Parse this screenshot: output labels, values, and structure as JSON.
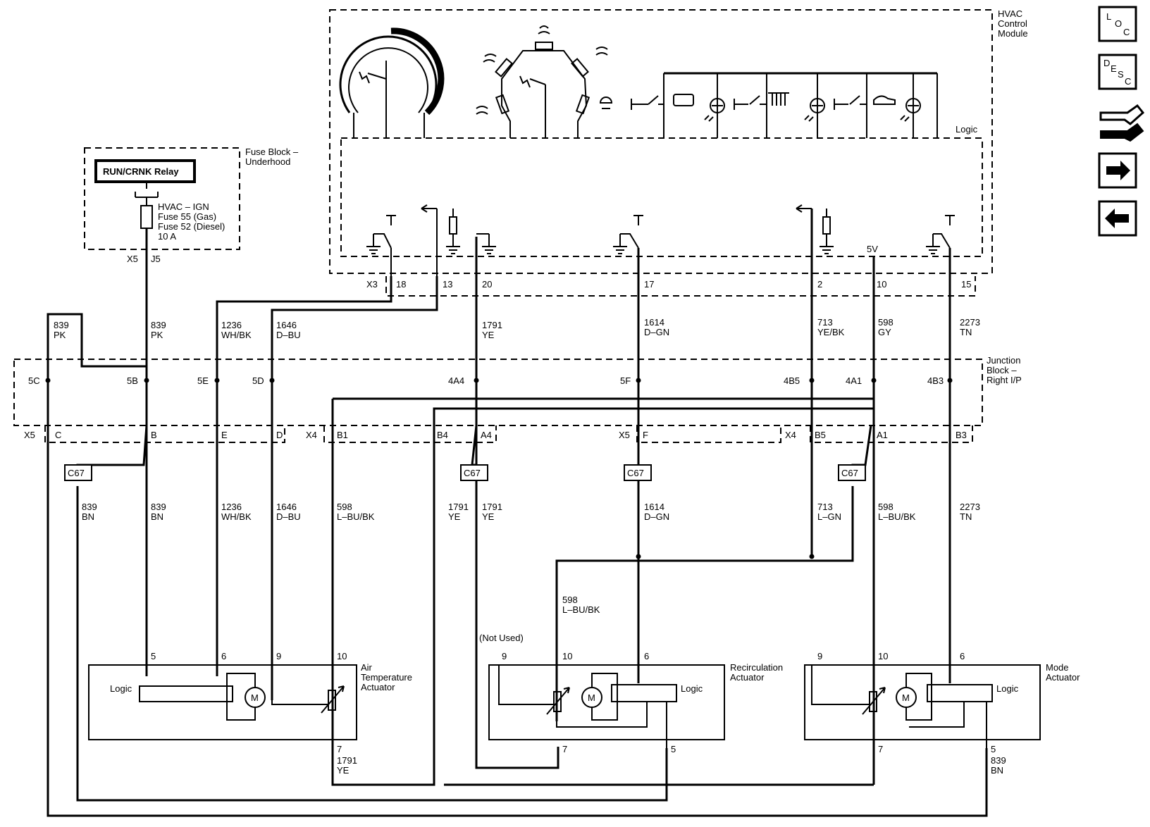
{
  "modules": {
    "hvac": "HVAC Control Module",
    "hvac_lines": [
      "HVAC",
      "Control",
      "Module"
    ],
    "logic": "Logic",
    "five_v": "5V",
    "fuse_block": [
      "Fuse Block –",
      "Underhood"
    ],
    "relay": "RUN/CRNK Relay",
    "fuse_text": [
      "HVAC – IGN",
      "Fuse 55 (Gas)",
      "Fuse 52 (Diesel)",
      "10 A"
    ],
    "junction_block": [
      "Junction",
      "Block –",
      "Right I/P"
    ]
  },
  "connectors": {
    "x5": "X5",
    "j5": "J5",
    "x3": "X3",
    "x4": "X4",
    "c67": "C67",
    "hvac_pins": [
      "18",
      "13",
      "20",
      "17",
      "2",
      "10",
      "15"
    ],
    "jb_top": [
      "5C",
      "5B",
      "5E",
      "5D",
      "4A4",
      "5F",
      "4B5",
      "4A1",
      "4B3"
    ],
    "jb_bottom": [
      "C",
      "B",
      "E",
      "D",
      "B1",
      "B4",
      "A4",
      "F",
      "B5",
      "A1",
      "B3"
    ]
  },
  "wires_upper": [
    [
      "839",
      "PK"
    ],
    [
      "839",
      "PK"
    ],
    [
      "1236",
      "WH/BK"
    ],
    [
      "1646",
      "D–BU"
    ],
    [
      "1791",
      "YE"
    ],
    [
      "1614",
      "D–GN"
    ],
    [
      "713",
      "YE/BK"
    ],
    [
      "598",
      "GY"
    ],
    [
      "2273",
      "TN"
    ]
  ],
  "wires_lower": [
    [
      "839",
      "BN"
    ],
    [
      "839",
      "BN"
    ],
    [
      "1236",
      "WH/BK"
    ],
    [
      "1646",
      "D–BU"
    ],
    [
      "598",
      "L–BU/BK"
    ],
    [
      "1791",
      "YE"
    ],
    [
      "1791",
      "YE"
    ],
    [
      "1614",
      "D–GN"
    ],
    [
      "713",
      "L–GN"
    ],
    [
      "598",
      "L–BU/BK"
    ],
    [
      "2273",
      "TN"
    ]
  ],
  "wire_mid": [
    "598",
    "L–BU/BK"
  ],
  "wire_air_bottom": [
    "1791",
    "YE"
  ],
  "wire_mode_bottom": [
    "839",
    "BN"
  ],
  "not_used": "(Not Used)",
  "actuators": {
    "air": {
      "lines": [
        "Air",
        "Temperature",
        "Actuator"
      ],
      "pins": [
        "5",
        "6",
        "9",
        "10",
        "7"
      ]
    },
    "recirc": {
      "lines": [
        "Recirculation",
        "Actuator"
      ],
      "pins": [
        "9",
        "10",
        "6",
        "7",
        "5"
      ]
    },
    "mode": {
      "lines": [
        "Mode",
        "Actuator"
      ],
      "pins": [
        "9",
        "10",
        "6",
        "7",
        "5"
      ]
    }
  },
  "motor_symbol": "M",
  "nav": {
    "loc": [
      "L",
      "O",
      "C"
    ],
    "desc": [
      "D",
      "E",
      "S",
      "C"
    ],
    "icons": [
      "swap-icon",
      "arrow-right-icon",
      "arrow-left-icon"
    ]
  }
}
